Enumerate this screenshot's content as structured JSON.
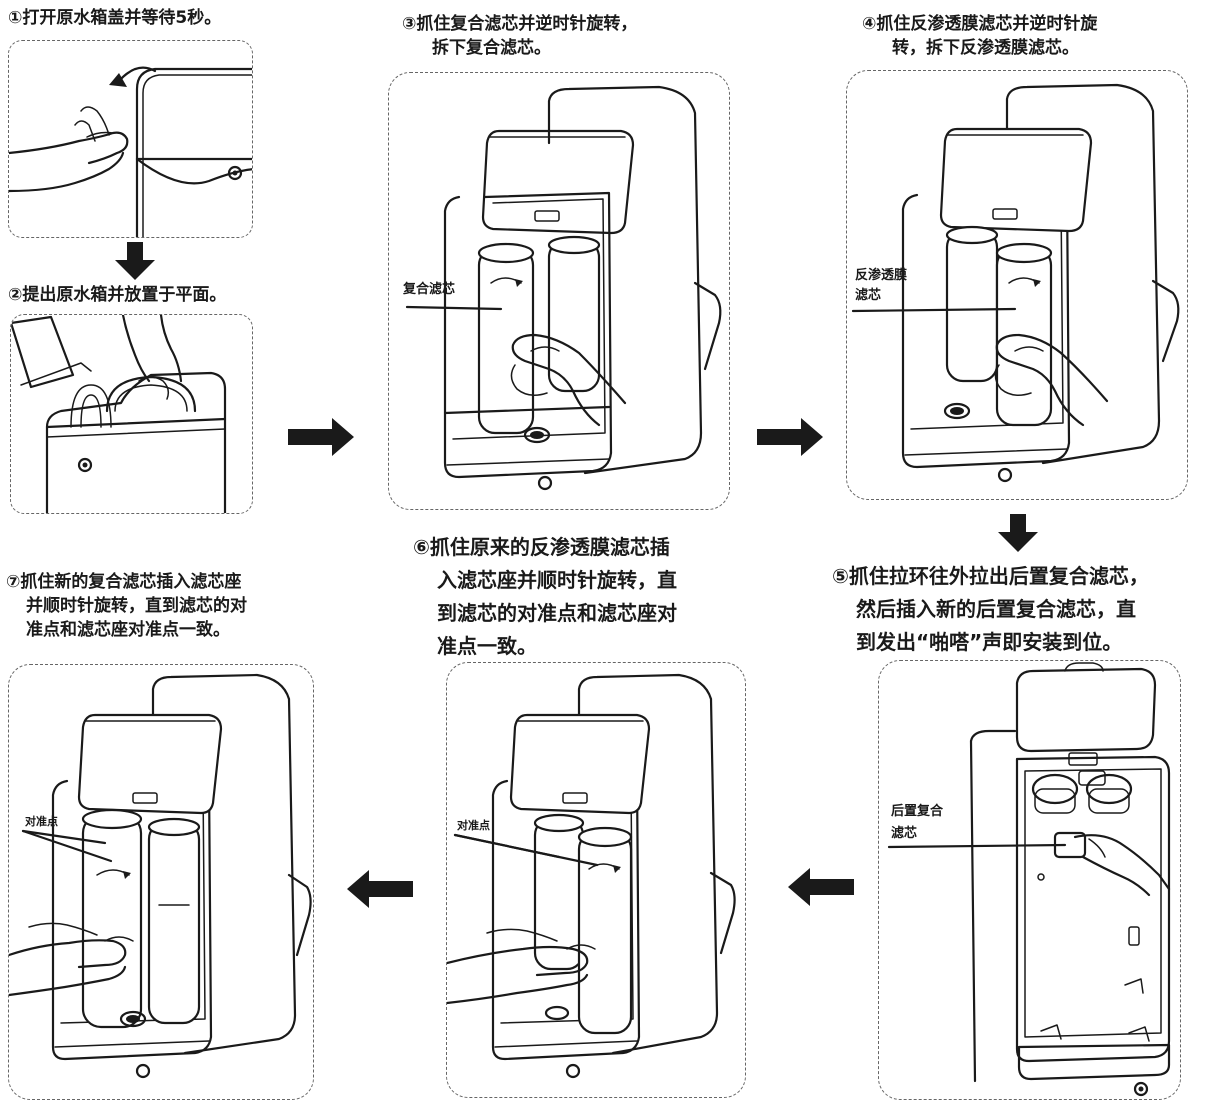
{
  "steps": {
    "s1": {
      "lines": [
        "①打开原水箱盖并等待5秒。"
      ]
    },
    "s2": {
      "lines": [
        "②提出原水箱并放置于平面。"
      ]
    },
    "s3": {
      "lines": [
        "③抓住复合滤芯并逆时针旋转，",
        "拆下复合滤芯。"
      ],
      "label": [
        "复合滤芯"
      ]
    },
    "s4": {
      "lines": [
        "④抓住反渗透膜滤芯并逆时针旋",
        "转，拆下反渗透膜滤芯。"
      ],
      "label": [
        "反渗透膜",
        "滤芯"
      ]
    },
    "s5": {
      "lines": [
        "⑤抓住拉环往外拉出后置复合滤芯，",
        "然后插入新的后置复合滤芯，直",
        "到发出“啪嗒”声即安装到位。"
      ],
      "label": [
        "后置复合",
        "滤芯"
      ]
    },
    "s6": {
      "lines": [
        "⑥抓住原来的反渗透膜滤芯插",
        "入滤芯座并顺时针旋转，直",
        "到滤芯的对准点和滤芯座对",
        "准点一致。"
      ],
      "label": [
        "对准点"
      ]
    },
    "s7": {
      "lines": [
        "⑦抓住新的复合滤芯插入滤芯座",
        "并顺时针旋转，直到滤芯的对",
        "准点和滤芯座对准点一致。"
      ],
      "label": [
        "对准点"
      ]
    }
  }
}
